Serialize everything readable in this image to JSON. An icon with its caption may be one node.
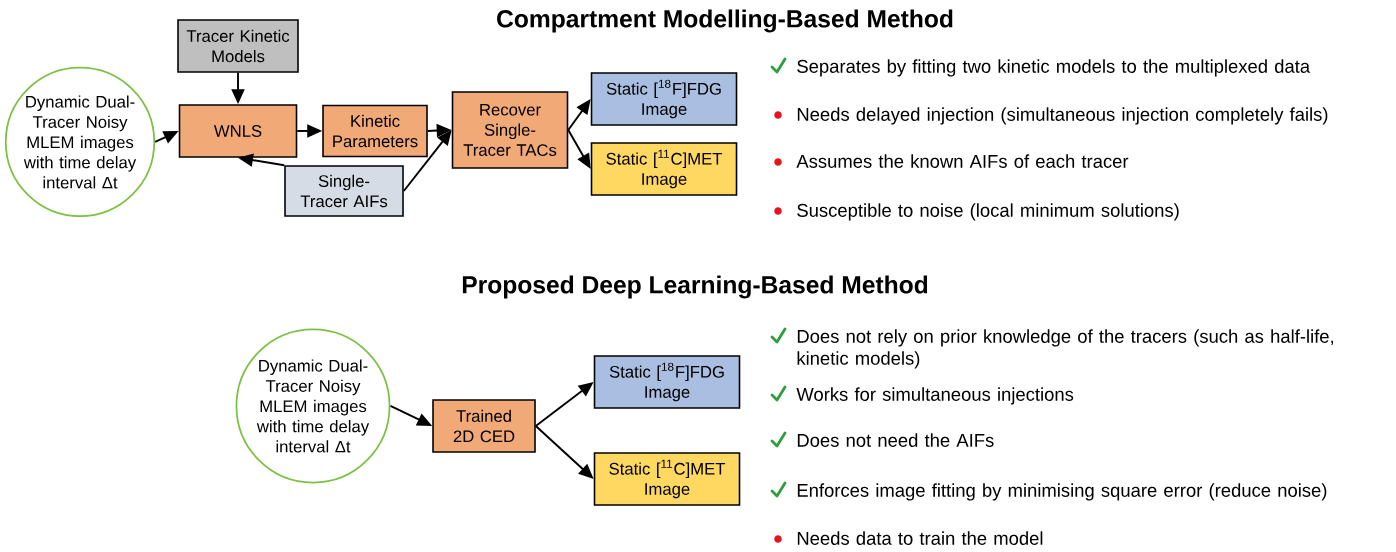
{
  "diagram": {
    "nodes": [
      {
        "text": [
          "Dynamic Dual-Tracer Noisy MLEM images with time delay interval Δt"
        ]
      },
      {
        "text": [
          "Tracer Kinetic Models"
        ]
      },
      {
        "text": [
          "WNLS"
        ]
      },
      {
        "text": [
          "Kinetic Parameters"
        ]
      },
      {
        "text": [
          "Recover Single-Tracer TACs"
        ]
      },
      {
        "text": [
          "Static [$^{18}$F]FDG Image"
        ]
      },
      {
        "text": [
          "Static [$^{11}$C]MET Image"
        ]
      },
      {
        "text": [
          "Single-Tracer AIFs"
        ]
      },
      {
        "text": [
          "Dynamic Dual-Tracer Noisy MLEM images with time delay interval Δt"
        ]
      },
      {
        "text": [
          "Trained 2D CED"
        ]
      },
      {
        "text": [
          "Static [$^{18}$F]FDG Image"
        ]
      },
      {
        "text": [
          "Static [$^{11}$C]MET Image"
        ]
      }
    ],
    "edges": [
      {
        "from": 0,
        "to": 2,
        "arrow": "to"
      },
      {
        "from": 1,
        "to": 2,
        "arrow": "to"
      },
      {
        "from": 2,
        "to": 3,
        "arrow": "to"
      },
      {
        "from": 3,
        "to": 4,
        "arrow": "to"
      },
      {
        "from": 7,
        "to": 2,
        "arrow": "to"
      },
      {
        "from": 7,
        "to": 4,
        "arrow": "to"
      },
      {
        "from": 4,
        "to": 5,
        "arrow": "to"
      },
      {
        "from": 4,
        "to": 6,
        "arrow": "to"
      },
      {
        "from": 8,
        "to": 9,
        "arrow": "to"
      },
      {
        "from": 9,
        "to": 10,
        "arrow": "to"
      },
      {
        "from": 9,
        "to": 11,
        "arrow": "to"
      }
    ],
    "labels": [
      "Compartment Modelling-Based Method",
      "Separates by fitting two kinetic models to the multiplexed data",
      "Needs delayed injection (simultaneous injection completely fails)",
      "Assumes the known AIFs of each tracer",
      "Susceptible to noise (local minimum solutions)",
      "Proposed Deep Learning-Based Method",
      "Does not rely on prior knowledge of the tracers (such as half-life, kinetic models)",
      "Works for simultaneous injections",
      "Does not need the AIFs",
      "Enforces image fitting by minimising square error (reduce noise)",
      "Needs data to train the model"
    ]
  }
}
